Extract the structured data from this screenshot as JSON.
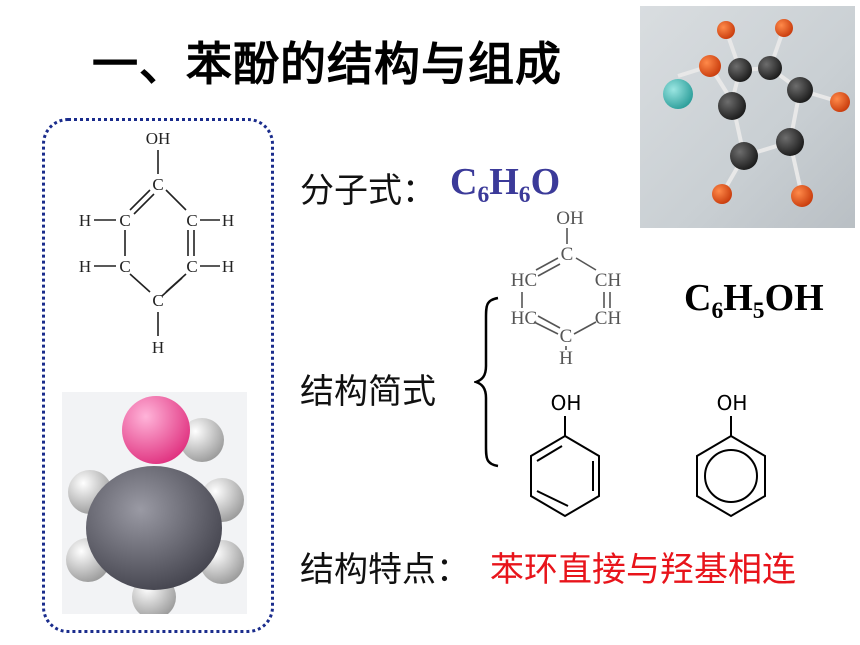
{
  "slide": {
    "title": "一、苯酚的结构与组成",
    "molecular_formula_label": "分子式：",
    "molecular_formula": {
      "C": "C",
      "n1": "6",
      "H": "H",
      "n2": "6",
      "O": "O"
    },
    "condensed_formula": {
      "C": "C",
      "n1": "6",
      "H": "H",
      "n2": "5",
      "tail": "OH"
    },
    "structure_label": "结构简式",
    "feature_label": "结构特点：",
    "feature_text": "苯环直接与羟基相连",
    "atom_labels": {
      "oh": "OH",
      "c": "C",
      "h": "H",
      "hc": "HC",
      "ch": "CH"
    },
    "colors": {
      "formula": "#3b3a99",
      "feature": "#e8141b",
      "border": "#1a2c8c"
    }
  }
}
